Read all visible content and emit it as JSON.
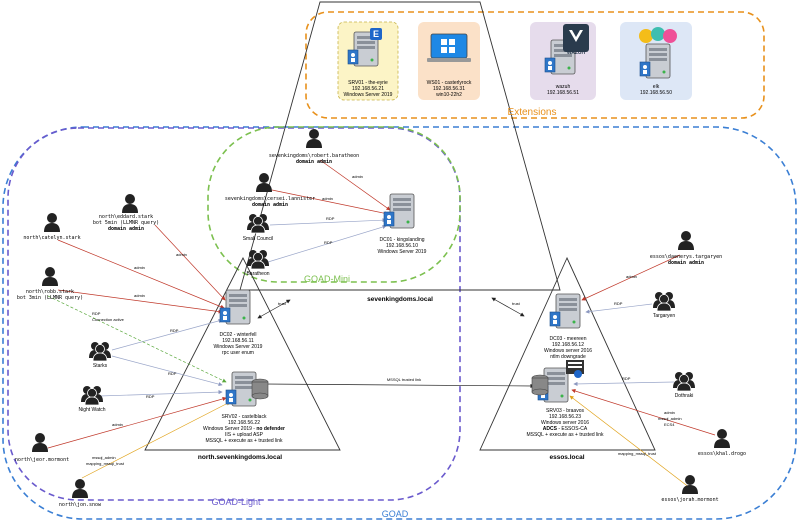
{
  "extensions": {
    "title": "Extensions",
    "srv01": {
      "line1": "SRV01 - the-eyrie",
      "line2": "192.168.56.21",
      "line3": "Windows Server 2019"
    },
    "ws01": {
      "line1": "WS01 - casterlyrock",
      "line2": "192.168.56.31",
      "line3": "win10-22h2"
    },
    "wazuh": {
      "line1": "wazuh",
      "line2": "192.168.56.51",
      "logo": "WAZUH"
    },
    "elk": {
      "line1": "elk",
      "line2": "192.168.56.50"
    }
  },
  "zones": {
    "goad": "GOAD",
    "goad_light": "GOAD-Light",
    "goad_mini": "GOAD-Mini"
  },
  "domains": {
    "sevenkingdoms": "sevenkingdoms.local",
    "north": "north.sevenkingdoms.local",
    "essos": "essos.local"
  },
  "servers": {
    "dc01": {
      "line1": "DC01 - kingslanding",
      "line2": "192.168.56.10",
      "line3": "Windows Server 2019"
    },
    "dc02": {
      "line1": "DC02 - winterfell",
      "line2": "192.168.56.11",
      "line3": "Windows Server 2019",
      "line4": "rpc user enum"
    },
    "srv02": {
      "line1": "SRV02 - castelblack",
      "line2": "192.168.56.22",
      "line3a": "Windows Server 2019 - ",
      "line3b": "no defender",
      "line4": "IIS + upload ASP",
      "line5": "MSSQL + execute as + trusted link"
    },
    "dc03": {
      "line1": "DC03 - meereen",
      "line2": "192.168.56.12",
      "line3": "Windows server 2016",
      "line4": "ntlm downgrade"
    },
    "srv03": {
      "line1": "SRV03 - braavos",
      "line2": "192.168.56.23",
      "line3": "Windows server 2016",
      "line4a": "ADCS",
      "line4b": " - ESSOS-CA",
      "line5": "MSSQL + execute as + trusted link"
    }
  },
  "users": {
    "robert": {
      "name": "sevenkingdoms\\robert.baratheon",
      "role": "domain admin"
    },
    "cersei": {
      "name": "sevenkingdoms\\cersei.lannister",
      "role": "domain admin"
    },
    "eddard": {
      "name": "north\\eddard.stark",
      "line2": "bot 5min (LLMNR query)",
      "role": "domain admin"
    },
    "catelyn": {
      "name": "north\\catelyn.stark"
    },
    "robb": {
      "name": "north\\robb.stark",
      "line2": "bot 3min (LLMNR query)"
    },
    "jeor": {
      "name": "north\\jeor.mormont"
    },
    "jon": {
      "name": "north\\jon.snow"
    },
    "daenerys": {
      "name": "essos\\daenerys.targaryen",
      "role": "domain admin"
    },
    "khal": {
      "name": "essos\\khal.drogo"
    },
    "jorah": {
      "name": "essos\\jorah.mormont"
    }
  },
  "groups": {
    "small_council": "Small Council",
    "baratheon": "Baratheon",
    "starks": "Starks",
    "night_watch": "Night Watch",
    "targaryen": "Targaryen",
    "dothraki": "Dothraki"
  },
  "edges": {
    "admin": "admin",
    "rdp": "RDP",
    "trust": "trust",
    "rdp_connection": "RDP",
    "connection_active": "Connection active",
    "mssql_link": "MSSQL trusted link",
    "mssql_admin": "mssql_admin",
    "mapping_mssql_trust": "mapping_mssql_trust",
    "khal_admin": "admin",
    "khal_mssql_admin": "mssql_admin",
    "khal_ecs": "ECS4"
  },
  "colors": {
    "goad_border": "#3b7fd4",
    "goad_light_border": "#6a5acd",
    "goad_mini_border": "#7cc04f",
    "extensions_border": "#e8911c",
    "admin_edge": "#c0392b",
    "rdp_edge": "#9aa6c9",
    "mssql_edge": "#e0a21a",
    "connection_edge": "#5aa83c"
  }
}
